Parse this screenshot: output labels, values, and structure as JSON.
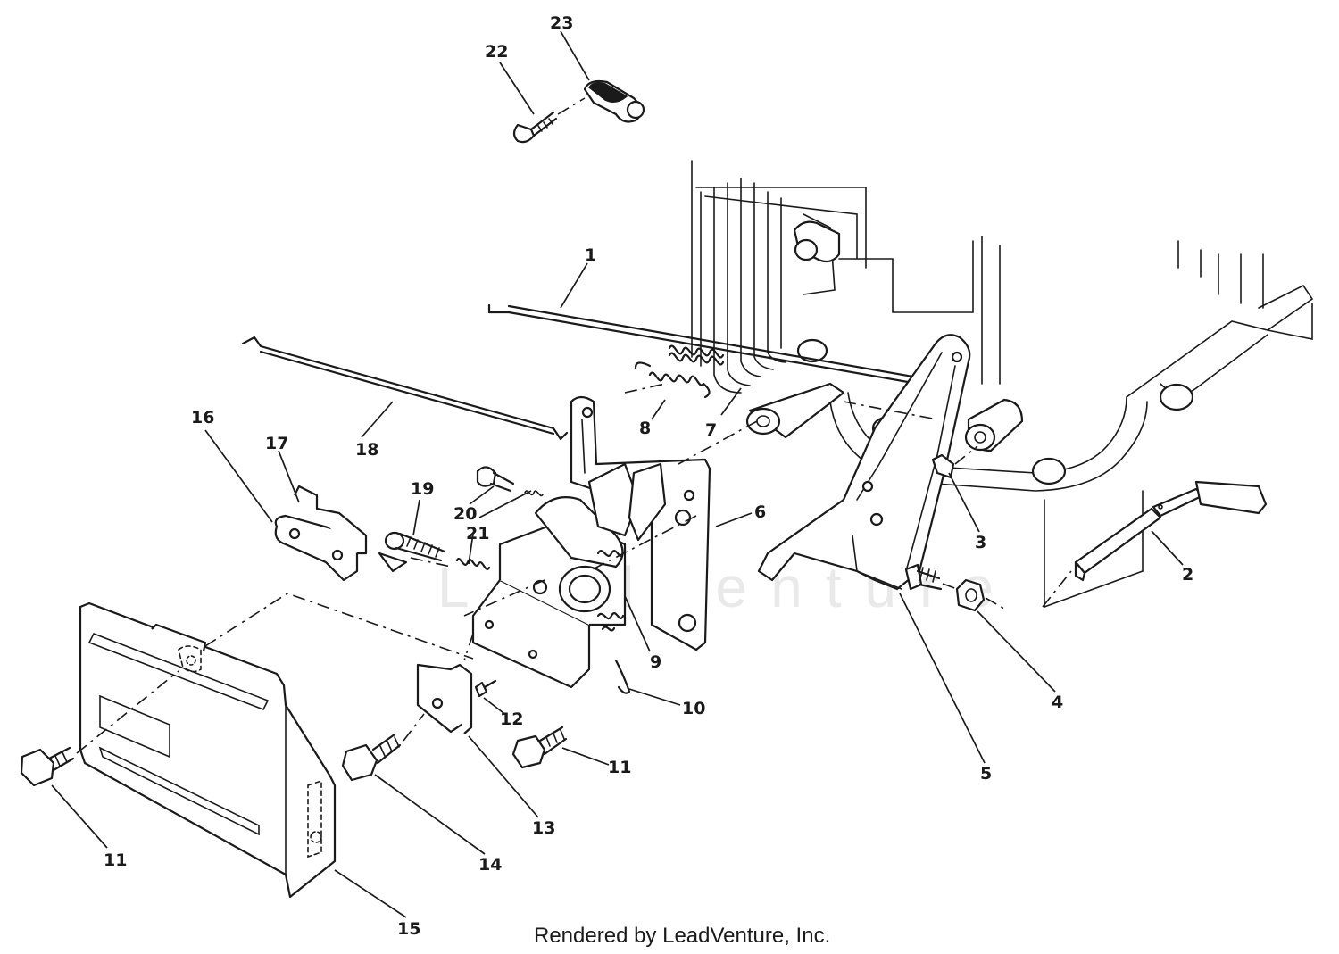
{
  "diagram": {
    "watermark": "LeadVenture",
    "footer": "Rendered by LeadVenture, Inc.",
    "callouts": [
      "1",
      "2",
      "3",
      "4",
      "5",
      "6",
      "7",
      "8",
      "9",
      "10",
      "11",
      "12",
      "13",
      "14",
      "15",
      "16",
      "17",
      "18",
      "19",
      "20",
      "21",
      "22",
      "23"
    ]
  }
}
